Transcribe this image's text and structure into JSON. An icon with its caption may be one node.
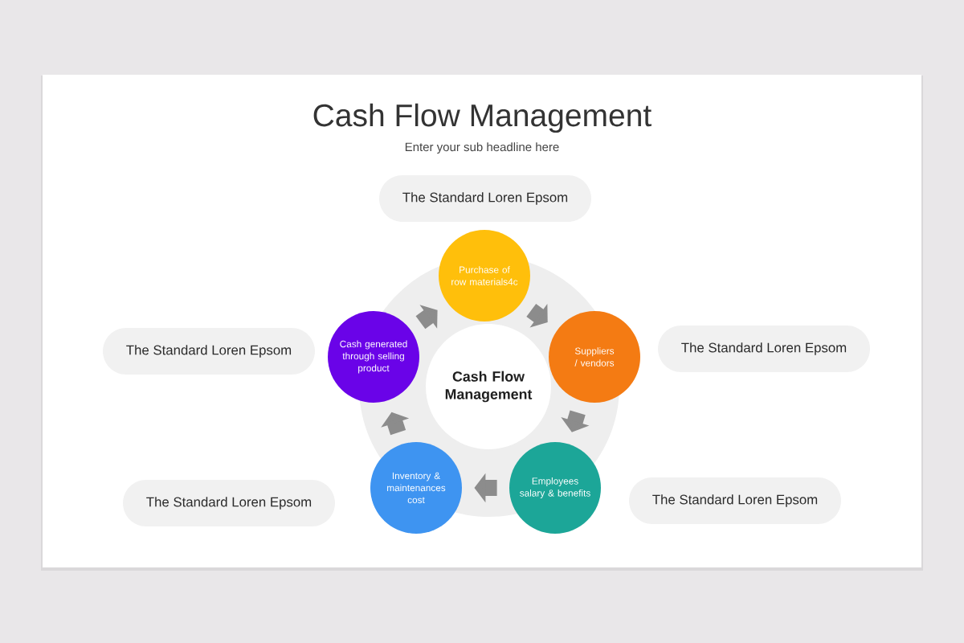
{
  "diagram": {
    "title": "Cash Flow Management",
    "nodes": [
      {
        "text": [
          "Cash Flow Management"
        ]
      },
      {
        "text": [
          "Purchase of row materials4c"
        ]
      },
      {
        "text": [
          "Suppliers / vendors"
        ]
      },
      {
        "text": [
          "Employees salary & benefits"
        ]
      },
      {
        "text": [
          "Inventory & maintenances cost"
        ]
      },
      {
        "text": [
          "Cash generated through selling product"
        ]
      },
      {
        "text": [
          "The Standard Loren Epsom"
        ]
      },
      {
        "text": [
          "The Standard Loren Epsom"
        ]
      },
      {
        "text": [
          "The Standard Loren Epsom"
        ]
      },
      {
        "text": [
          "The Standard Loren Epsom"
        ]
      },
      {
        "text": [
          "The Standard Loren Epsom"
        ]
      }
    ],
    "edges": [
      {
        "from": 1,
        "to": 2,
        "arrow": "to"
      },
      {
        "from": 2,
        "to": 3,
        "arrow": "to"
      },
      {
        "from": 3,
        "to": 4,
        "arrow": "to"
      },
      {
        "from": 4,
        "to": 5,
        "arrow": "to"
      },
      {
        "from": 5,
        "to": 1,
        "arrow": "to"
      }
    ],
    "labels": [
      "Enter your sub headline here"
    ]
  }
}
